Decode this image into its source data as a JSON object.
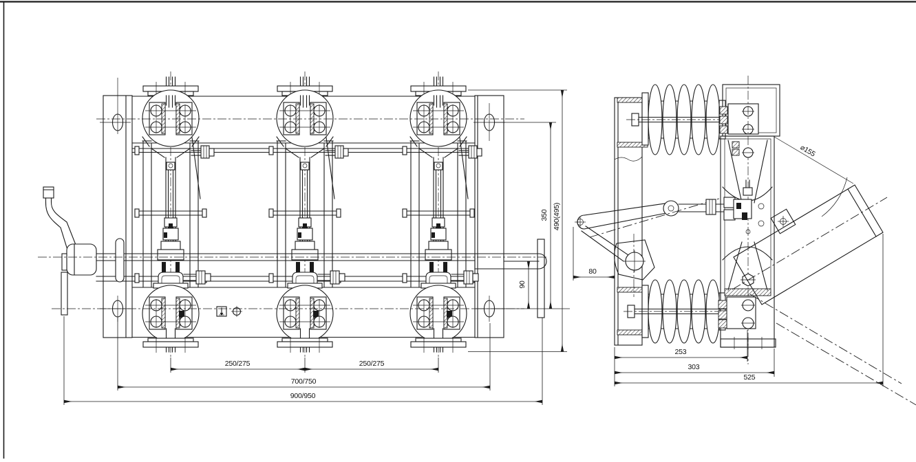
{
  "front_view": {
    "dims": {
      "spacing_left": "250/275",
      "spacing_right": "250/275",
      "mounting_width": "700/750",
      "overall_width": "900/950",
      "hole_span": "350",
      "overall_height": "490(495)",
      "shaft_to_hole": "90"
    }
  },
  "side_view": {
    "dims": {
      "handle_throw": "80",
      "insulator_axis": "253",
      "frame_depth": "303",
      "overall_depth": "525",
      "swing_dia": "⌀155"
    }
  },
  "colors": {
    "line": "#1a1a1a",
    "bg": "#ffffff"
  }
}
